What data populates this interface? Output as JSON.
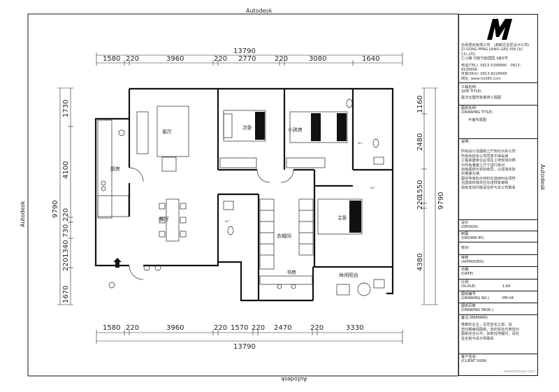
{
  "watermarks": {
    "top": "Autodesk",
    "left": "Autodesk",
    "right": "Autodesk",
    "bottom": "Autodesk"
  },
  "dims": {
    "top_total": "13790",
    "top_segments": [
      "1580",
      "220",
      "3960",
      "220",
      "2770",
      "220",
      "3080",
      "1640"
    ],
    "bottom_total": "13790",
    "bottom_segments": [
      "1580",
      "220",
      "3960",
      "220",
      "1570",
      "220",
      "2470",
      "220",
      "3330"
    ],
    "left_total": "9790",
    "left_segments": [
      "1730",
      "4100",
      "220",
      "730",
      "2201340",
      "1670"
    ],
    "right_total": "9790",
    "right_segments": [
      "1160",
      "2480",
      "1550",
      "220",
      "4380"
    ]
  },
  "rooms": {
    "living": "客厅",
    "kitchen": "厨房",
    "dining": "餐厅",
    "second_bedroom": "次卧",
    "kids_room": "小孩房",
    "master": "主卧",
    "closet": "衣帽间",
    "study": "书房",
    "balcony": "休闲阳台"
  },
  "labels": {
    "wc1": "W.C",
    "wc2": "W.C",
    "wc3": "W.C"
  },
  "titleblock": {
    "company": "自贡居尚有限公司　(高新区名匠设计公司)",
    "company_en": "ZI GONG MING JIANG GAO XIN QU CO.,LTD",
    "address": "汇川路 丹桂竹韵园园 3栋6号",
    "tel": "电话(TEL): 0813-5388866　0813-8228666",
    "fax": "传真(FAX): 0813-8228668",
    "web": "网址: www.mj360.com",
    "job_label": "工程名称:",
    "job_label_en": "(JOB TITLE)",
    "job_value": "嘉洋云墅样板装饰工程图",
    "drawing_label": "图纸名称:",
    "drawing_label_en": "(DRAWING TITLE)",
    "drawing_value": "平面布置图",
    "notes_title": "说明:",
    "notes": [
      "所有设计及图纸之产权均为本公司",
      "所有未经本公司同意不得采用.",
      "工程承建单位必须在工地现场对照",
      "中所有量度之尺寸进行核对",
      "如有图纸与实际有异，以现场实际",
      "的量度为准.",
      "图中所有标示材料在选用时必须符",
      "合国家标准并应先送样板审核",
      "如有发现问题请及时与本公司联系"
    ],
    "design_label": "设计",
    "design_label_en": "(DESIGN)",
    "drawn_label": "制图",
    "drawn_label_en": "(DROWN BY)",
    "reviewed_label": "校对:",
    "approved_label": "审核",
    "approved_label_en": "(APPROVED)",
    "date_label": "日期",
    "date_label_en": "(DATE)",
    "scale_label": "比例",
    "scale_label_en": "(SCALE)",
    "scale_value": "1:60",
    "no_label": "图纸编号",
    "no_label_en": "(DRAWING NO.)",
    "no_value": "PM-04",
    "page_label": "图纸页数",
    "page_label_en": "(DRAWING PAGE.)",
    "remark_label": "备注:(REMARK)",
    "remark_text": [
      "尊敬的业主，在您签名之前，请",
      "您仔细审阅图纸，您的签名代表您对",
      "图纸完全认可，如有任何疑问，请在",
      "签名前与设计师联系"
    ],
    "sign_label": "客户签名:",
    "sign_label_en": "(CLIENT SIGN)",
    "footer": "dxwebhouse.com"
  }
}
